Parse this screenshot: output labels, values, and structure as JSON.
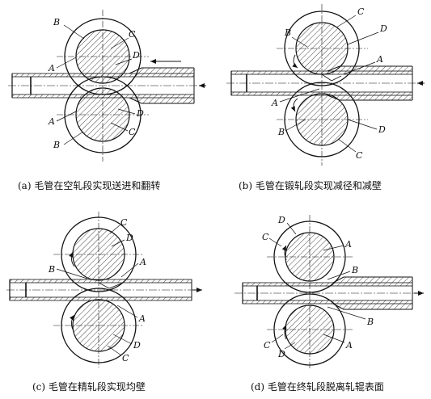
{
  "panels": [
    {
      "id": "a",
      "caption": "(a) 毛管在空轧段实现送进和翻转",
      "labels": {
        "top_b": "B",
        "top_c": "C",
        "top_d": "D",
        "top_a": "A",
        "bot_a": "A",
        "bot_d": "D",
        "bot_c": "C",
        "bot_b": "B"
      }
    },
    {
      "id": "b",
      "caption": "(b) 毛管在锻轧段实现减径和减壁",
      "labels": {
        "top_c": "C",
        "top_b": "B",
        "top_d": "D",
        "top_a": "A",
        "bot_a": "A",
        "bot_b": "B",
        "bot_d": "D",
        "bot_c": "C"
      }
    },
    {
      "id": "c",
      "caption": "(c) 毛管在精轧段实现均壁",
      "labels": {
        "top_c": "C",
        "top_d": "D",
        "top_b": "B",
        "top_a": "A",
        "bot_a": "A",
        "bot_d": "D",
        "bot_c": "C"
      }
    },
    {
      "id": "d",
      "caption": "(d) 毛管在终轧段脱离轧辊表面",
      "labels": {
        "top_d": "D",
        "top_c": "C",
        "top_a": "A",
        "top_b": "B",
        "bot_b": "B",
        "bot_c": "C",
        "bot_d": "D",
        "bot_a": "A"
      }
    }
  ]
}
